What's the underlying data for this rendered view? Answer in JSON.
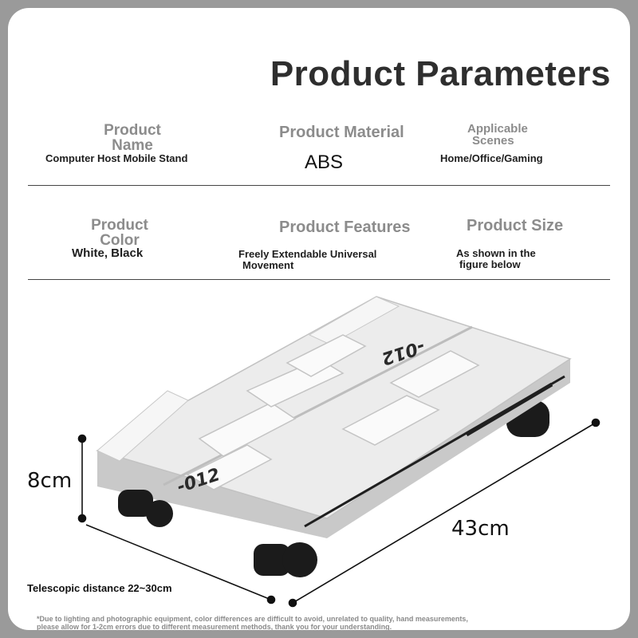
{
  "header": {
    "title": "Product Parameters"
  },
  "params": {
    "product_name": {
      "label_line1": "Product",
      "label_line2": "Name",
      "value": "Computer Host Mobile Stand"
    },
    "product_material": {
      "label": "Product Material",
      "value": "ABS"
    },
    "applicable_scenes": {
      "label_line1": "Applicable",
      "label_line2": "Scenes",
      "value": "Home/Office/Gaming"
    },
    "product_color": {
      "label_line1": "Product",
      "label_line2": "Color",
      "value": "White, Black"
    },
    "product_features": {
      "label": "Product Features",
      "value_line1": "Freely Extendable Universal",
      "value_line2": "Movement"
    },
    "product_size": {
      "label": "Product Size",
      "value_line1": "As shown in the",
      "value_line2": "figure below"
    }
  },
  "dimensions": {
    "height": "8cm",
    "length": "43cm",
    "telescopic": "Telescopic distance 22~30cm"
  },
  "stand_markings": {
    "logo_front": "-012",
    "logo_back": "-012"
  },
  "disclaimer": {
    "line1": "*Due to lighting and photographic equipment, color differences are difficult to avoid, unrelated to quality, hand measurements,",
    "line2": "please allow for 1-2cm errors due to different measurement methods, thank you for your understanding."
  },
  "colors": {
    "title": "#2e2e2e",
    "label": "#8c8c8c",
    "value": "#1e1e1e",
    "stand": "#e9e9e9",
    "background": "#9a9a9a"
  }
}
